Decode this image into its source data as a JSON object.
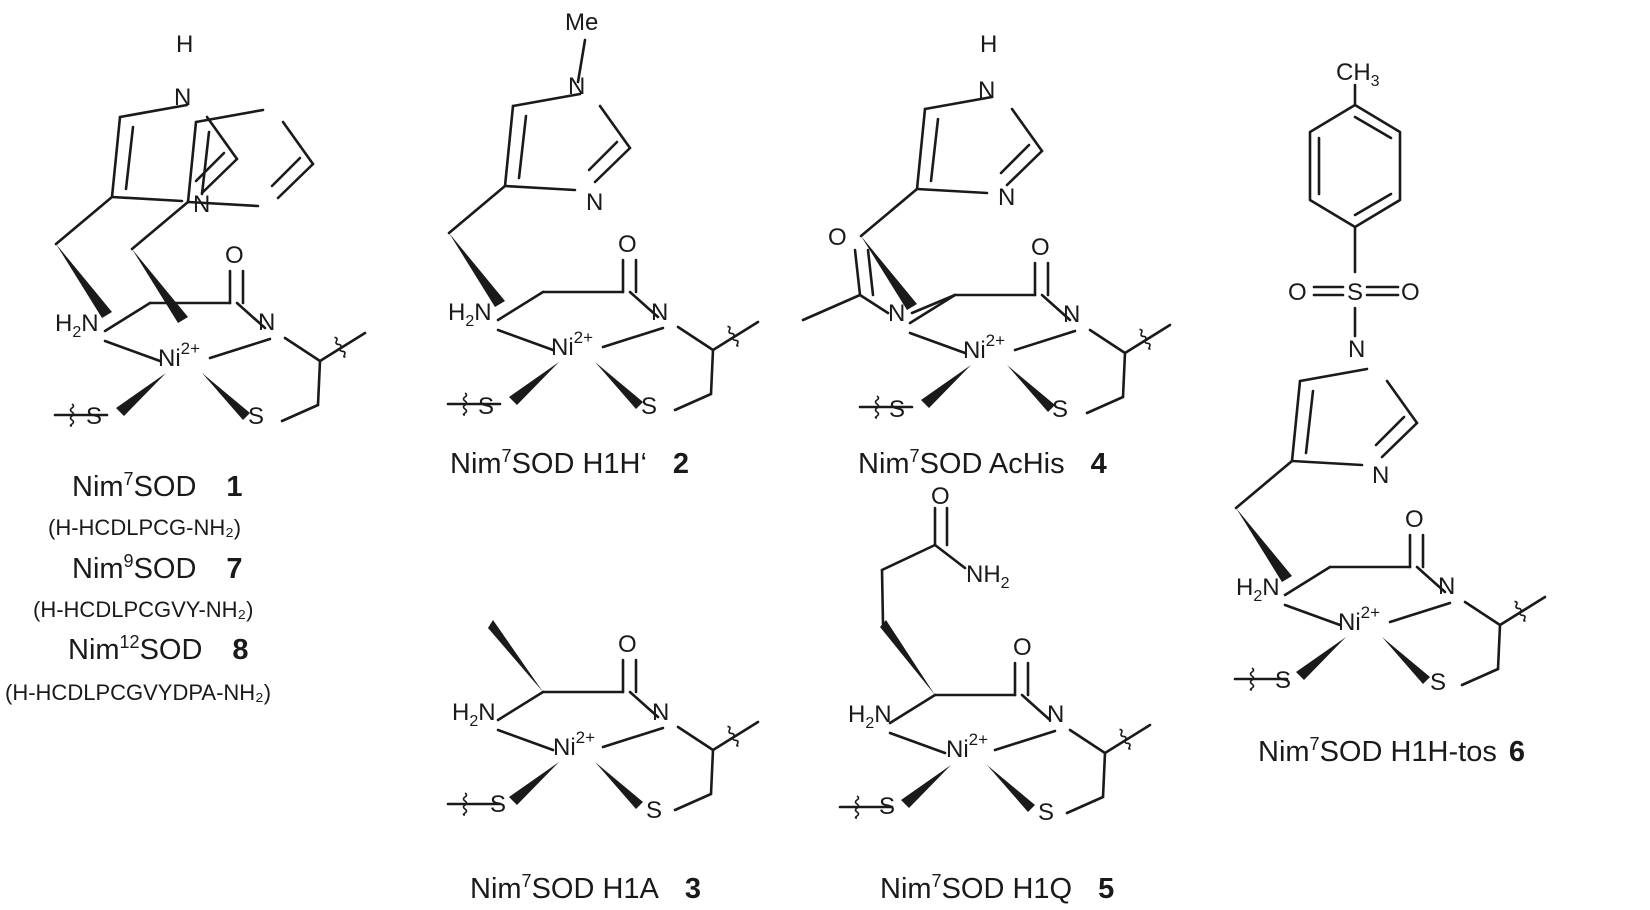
{
  "atoms": {
    "H": "H",
    "N": "N",
    "O": "O",
    "S": "S",
    "Me": "Me",
    "H2N_main": "H",
    "H2N_sub": "2",
    "H2N_n": "N",
    "NH2_main": "NH",
    "NH2_sub": "2",
    "CH3_main": "CH",
    "CH3_sub": "3",
    "Ni": "Ni",
    "Ni_charge": "2+"
  },
  "compounds": [
    {
      "prefix": "Nim",
      "sup": "7",
      "name": "SOD",
      "number": "1",
      "sequence": "(H-HCDLPCG-NH₂)"
    },
    {
      "prefix": "Nim",
      "sup": "7",
      "name": "SOD H1H‘",
      "number": "2"
    },
    {
      "prefix": "Nim",
      "sup": "7",
      "name": "SOD H1A",
      "number": "3"
    },
    {
      "prefix": "Nim",
      "sup": "7",
      "name": "SOD AcHis",
      "number": "4"
    },
    {
      "prefix": "Nim",
      "sup": "7",
      "name": "SOD H1Q",
      "number": "5"
    },
    {
      "prefix": "Nim",
      "sup": "7",
      "name": "SOD H1H-tos",
      "number": "6"
    },
    {
      "prefix": "Nim",
      "sup": "9",
      "name": "SOD",
      "number": "7",
      "sequence": "(H-HCDLPCGVY-NH₂)"
    },
    {
      "prefix": "Nim",
      "sup": "12",
      "name": "SOD",
      "number": "8",
      "sequence": "(H-HCDLPCGVYDPA-NH₂)"
    }
  ]
}
